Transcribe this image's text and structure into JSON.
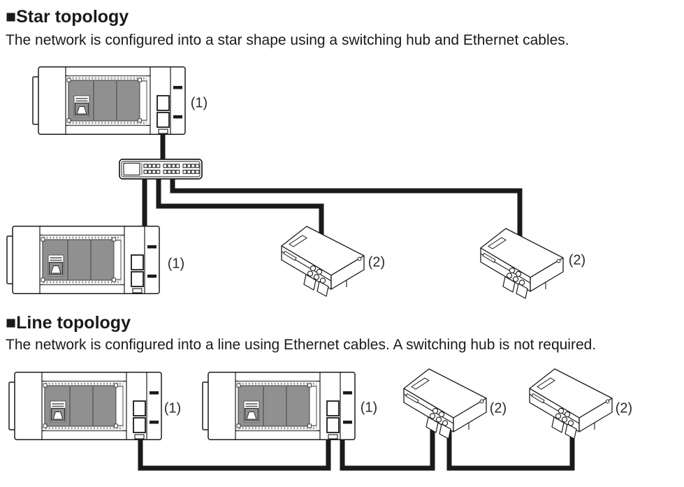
{
  "star_section": {
    "heading": "■Star topology",
    "description": "The network is configured into a star shape using a switching hub and Ethernet cables.",
    "labels": {
      "plc_top": "(1)",
      "plc_bottom": "(1)",
      "module_center": "(2)",
      "module_right": "(2)"
    }
  },
  "line_section": {
    "heading": "■Line topology",
    "description": "The network is configured into a line using Ethernet cables. A switching hub is not required.",
    "labels": {
      "plc_first": "(1)",
      "plc_second": "(1)",
      "module_first": "(2)",
      "module_second": "(2)"
    }
  },
  "colors": {
    "ink": "#1a1a1a",
    "panel_gray": "#909090",
    "background": "#ffffff"
  }
}
